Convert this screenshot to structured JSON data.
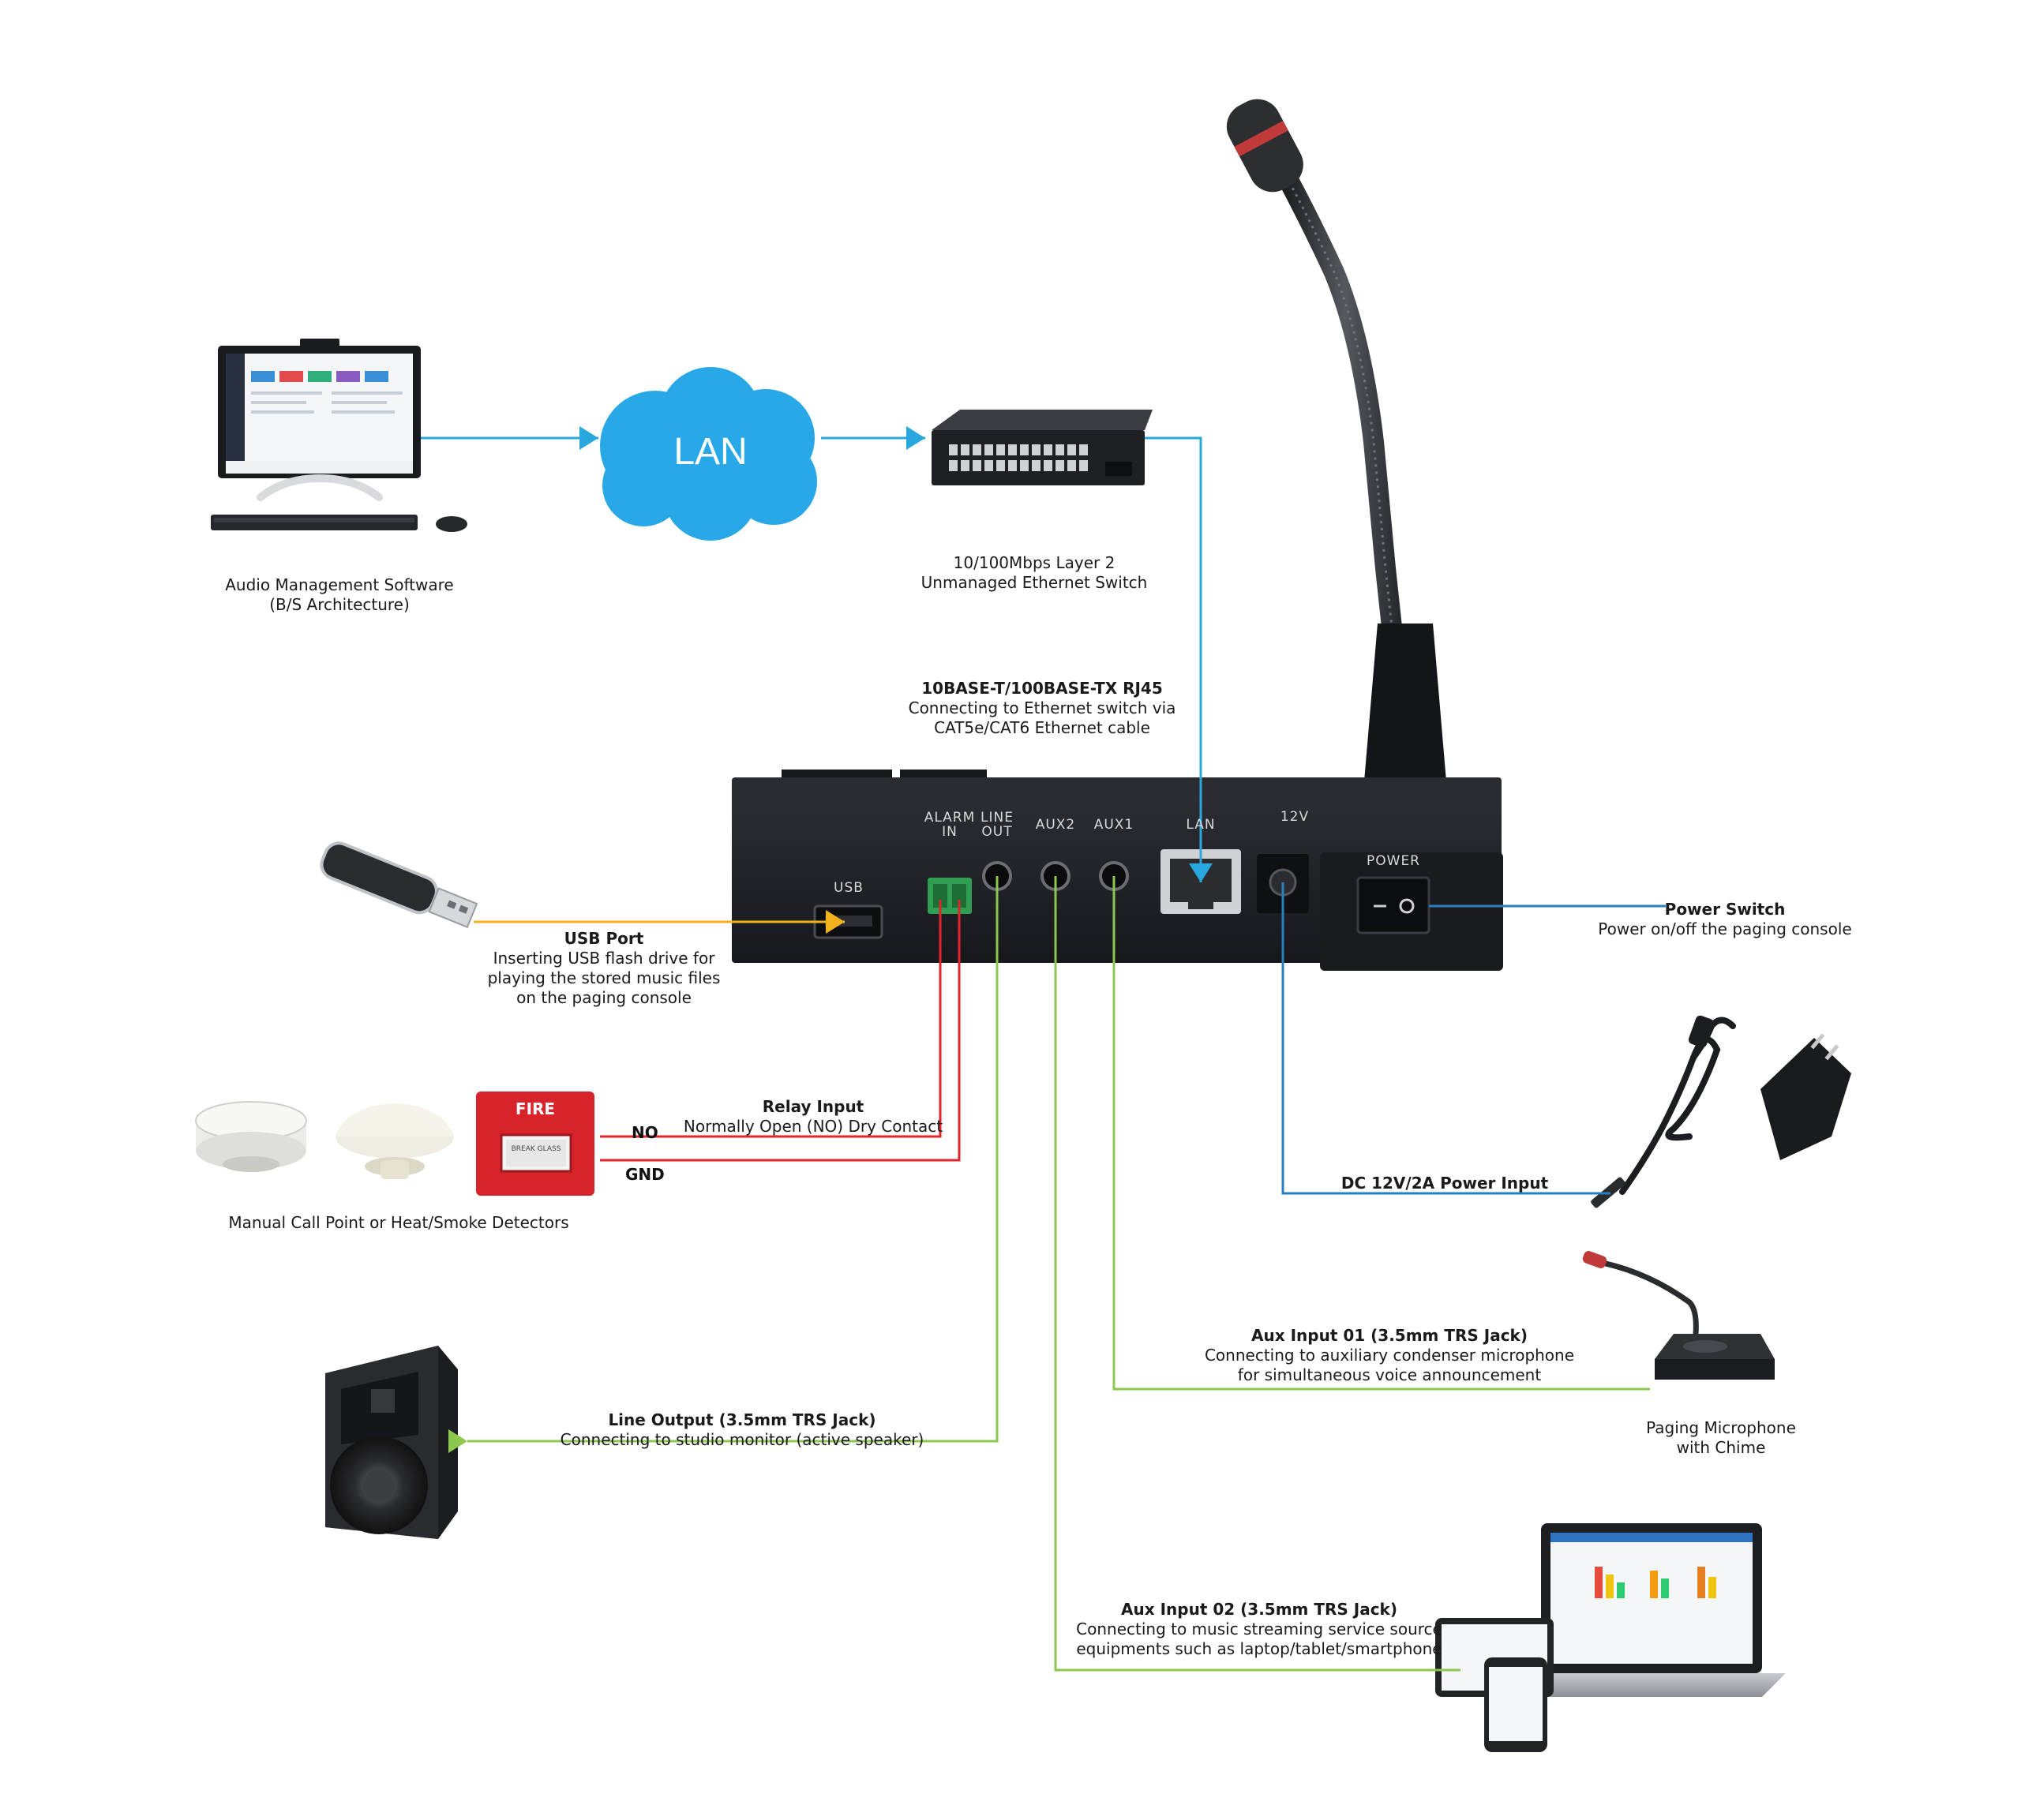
{
  "diagram": {
    "computer_label": {
      "title": "Audio Management Software",
      "sub": "(B/S Architecture)"
    },
    "cloud_text": "LAN",
    "switch_label": {
      "line1": "10/100Mbps Layer 2",
      "line2": "Unmanaged Ethernet Switch"
    },
    "rj45_label": {
      "title": "10BASE-T/100BASE-TX RJ45",
      "line1": "Connecting to Ethernet switch via",
      "line2": "CAT5e/CAT6 Ethernet cable"
    },
    "usb_label": {
      "title": "USB Port",
      "line1": "Inserting USB flash drive for",
      "line2": "playing the stored music files",
      "line3": "on the paging console"
    },
    "power_switch_label": {
      "title": "Power Switch",
      "line1": "Power on/off the paging console"
    },
    "relay_label": {
      "title": "Relay Input",
      "line1": "Normally Open (NO) Dry Contact"
    },
    "relay_no": "NO",
    "relay_gnd": "GND",
    "detectors_label": "Manual Call Point or Heat/Smoke Detectors",
    "fire_box_text": "FIRE",
    "fire_box_sub": "BREAK GLASS",
    "dc_label": {
      "title": "DC 12V/2A Power Input"
    },
    "aux1_label": {
      "title": "Aux Input 01 (3.5mm TRS Jack)",
      "line1": "Connecting to auxiliary condenser microphone",
      "line2": "for simultaneous voice announcement"
    },
    "paging_mic_label": {
      "line1": "Paging Microphone",
      "line2": "with Chime"
    },
    "line_out_label": {
      "title": "Line Output (3.5mm TRS Jack)",
      "line1": "Connecting to studio monitor (active speaker)"
    },
    "aux2_label": {
      "title": "Aux Input 02 (3.5mm TRS Jack)",
      "line1": "Connecting to music streaming service source",
      "line2": "equipments such as laptop/tablet/smartphone"
    },
    "panel": {
      "usb": "USB",
      "alarm_in_1": "ALARM",
      "alarm_in_2": "IN",
      "line_out_1": "LINE",
      "line_out_2": "OUT",
      "aux2": "AUX2",
      "aux1": "AUX1",
      "lan": "LAN",
      "dc": "12V",
      "power": "POWER"
    },
    "colors": {
      "lan_line": "#29a8e0",
      "usb_line": "#f2b21b",
      "relay_line": "#e0262c",
      "audio_line": "#8cc850",
      "power_line": "#2a7fc0",
      "device": "#1f2126",
      "cloud": "#29a8e8"
    }
  }
}
